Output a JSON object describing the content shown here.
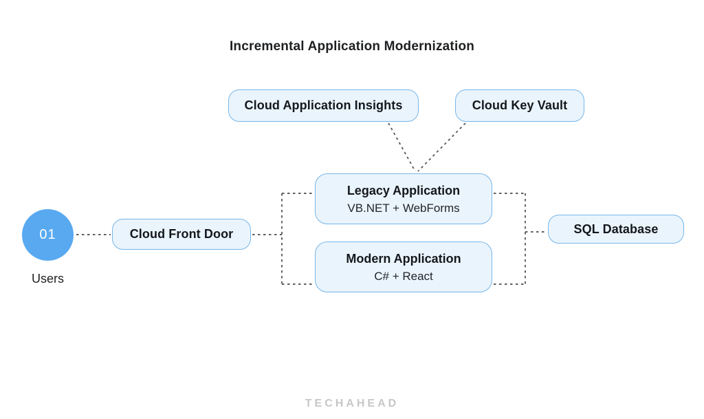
{
  "title": "Incremental Application Modernization",
  "nodes": {
    "insights": {
      "label": "Cloud Application Insights"
    },
    "key_vault": {
      "label": "Cloud Key Vault"
    },
    "legacy": {
      "title": "Legacy Application",
      "subtitle": "VB.NET + WebForms"
    },
    "modern": {
      "title": "Modern Application",
      "subtitle": "C# + React"
    },
    "front_door": {
      "label": "Cloud Front Door"
    },
    "sql_database": {
      "label": "SQL Database"
    },
    "users": {
      "step_number": "01",
      "label": "Users"
    }
  },
  "footer": {
    "brand": "TECHAHEAD"
  },
  "colors": {
    "node_fill": "#eaf4fc",
    "node_border": "#76b6e9",
    "users_circle": "#58a9f0",
    "connector": "#5f5f5f",
    "title_text": "#1d1f21",
    "brand_text": "#c7c7c7"
  }
}
